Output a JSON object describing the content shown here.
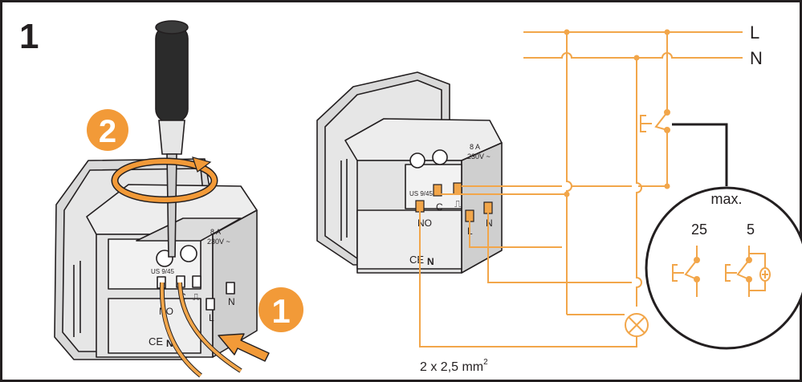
{
  "step_number": "1",
  "callouts": {
    "insert": "1",
    "tighten": "2"
  },
  "socket": {
    "rating": "8 A",
    "voltage": "230V ~",
    "standard": "US 9/45",
    "terminal_labels": {
      "no": "NO",
      "c": "C",
      "pulse": "⎍",
      "l": "L",
      "n": "N"
    },
    "marks": [
      "CE",
      "N"
    ]
  },
  "lines": {
    "phase": "L",
    "neutral": "N"
  },
  "cable_spec": {
    "base": "2 x 2,5 mm",
    "exponent": "2"
  },
  "inset": {
    "title": "max.",
    "left_value": "25",
    "right_value": "5"
  },
  "colors": {
    "wire": "#f2a64a",
    "callout": "#f29a38",
    "outline": "#231f20",
    "socket_fill": "#e8e8e8"
  }
}
